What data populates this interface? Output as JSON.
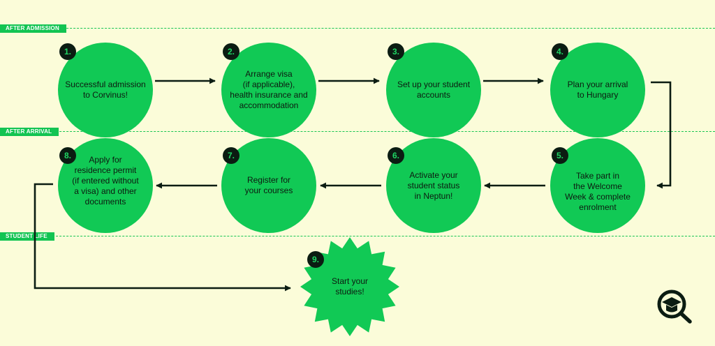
{
  "phases": [
    {
      "id": "after-admission",
      "label": "AFTER ADMISSION"
    },
    {
      "id": "after-arrival",
      "label": "AFTER ARRIVAL"
    },
    {
      "id": "student-life",
      "label": "STUDENT LIFE"
    }
  ],
  "steps": [
    {
      "number": "1.",
      "text": "Successful admission\nto Corvinus!"
    },
    {
      "number": "2.",
      "text": "Arrange visa\n(if applicable),\nhealth insurance and\naccommodation"
    },
    {
      "number": "3.",
      "text": "Set up your student\naccounts"
    },
    {
      "number": "4.",
      "text": "Plan your arrival\nto Hungary"
    },
    {
      "number": "5.",
      "text": "Take part in\nthe Welcome\nWeek & complete\nenrolment"
    },
    {
      "number": "6.",
      "text": "Activate your\nstudent status\nin Neptun!"
    },
    {
      "number": "7.",
      "text": "Register for\nyour courses"
    },
    {
      "number": "8.",
      "text": "Apply for\nresidence permit\n(if entered without\na visa) and other\ndocuments"
    },
    {
      "number": "9.",
      "text": "Start your\nstudies!"
    }
  ],
  "colors": {
    "background": "#fbfcd9",
    "green": "#11c955",
    "dark": "#0b1c12",
    "badge_text": "#1fd664"
  },
  "icons": {
    "logo": "magnifier-graduation-cap-icon",
    "arrows": "arrow-right-icon"
  }
}
